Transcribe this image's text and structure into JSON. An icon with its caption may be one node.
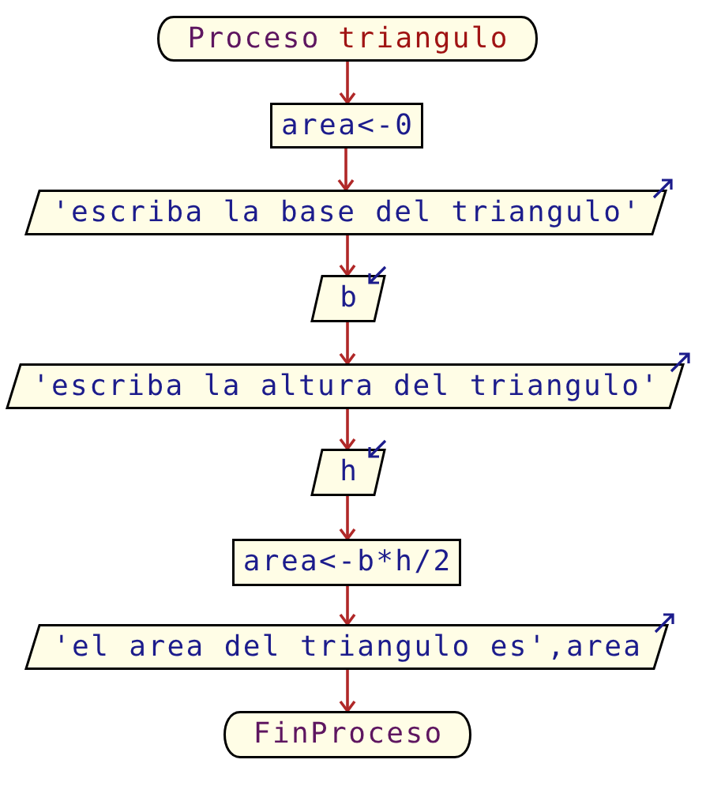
{
  "diagram": {
    "nodes": [
      {
        "text": [
          "Proceso",
          "triangulo"
        ]
      },
      {
        "text": [
          "area<-0"
        ]
      },
      {
        "text": [
          "'escriba la base del triangulo'"
        ]
      },
      {
        "text": [
          "b"
        ]
      },
      {
        "text": [
          "'escriba la altura del triangulo'"
        ]
      },
      {
        "text": [
          "h"
        ]
      },
      {
        "text": [
          "area<-b*h/2"
        ]
      },
      {
        "text": [
          "'el area del triangulo es',area"
        ]
      },
      {
        "text": [
          "FinProceso"
        ]
      }
    ],
    "edges": [
      {
        "from": 0,
        "to": 1,
        "arrow": "to"
      },
      {
        "from": 1,
        "to": 2,
        "arrow": "to"
      },
      {
        "from": 2,
        "to": 3,
        "arrow": "to"
      },
      {
        "from": 3,
        "to": 4,
        "arrow": "to"
      },
      {
        "from": 4,
        "to": 5,
        "arrow": "to"
      },
      {
        "from": 5,
        "to": 6,
        "arrow": "to"
      },
      {
        "from": 6,
        "to": 7,
        "arrow": "to"
      },
      {
        "from": 7,
        "to": 8,
        "arrow": "to"
      }
    ]
  }
}
